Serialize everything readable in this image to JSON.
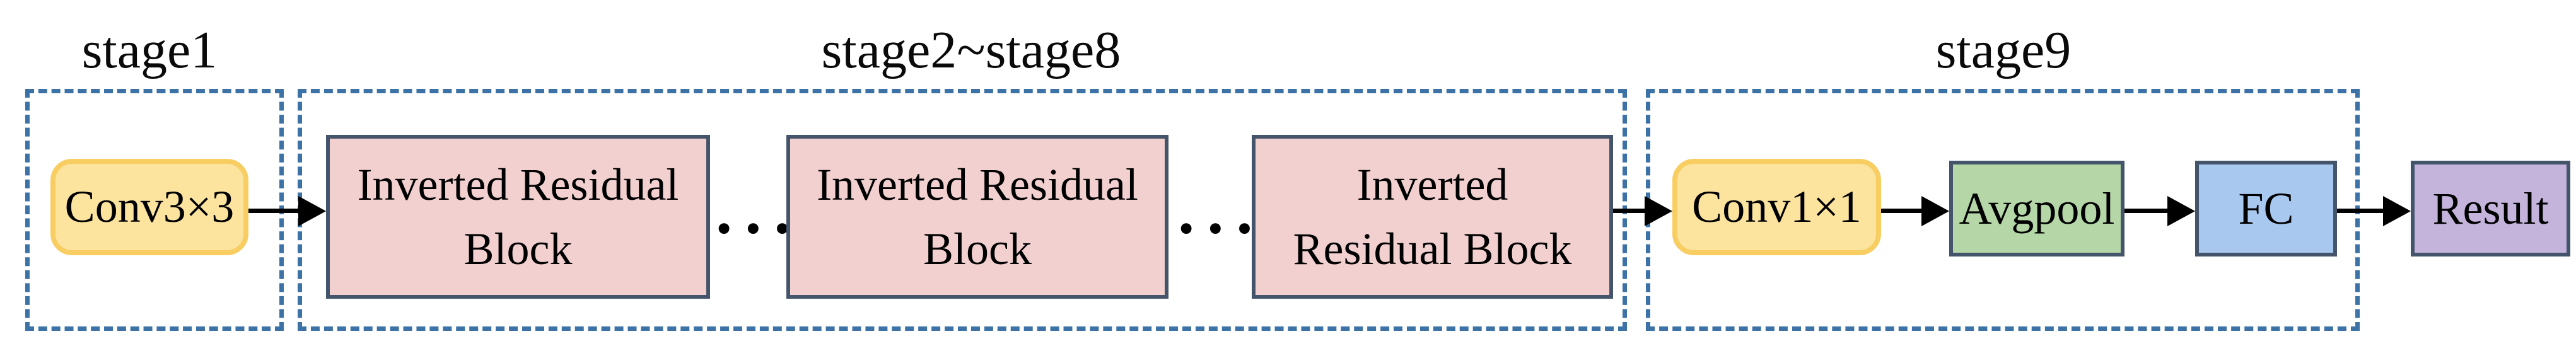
{
  "diagram": {
    "stages": [
      {
        "title": "stage1",
        "blocks": [
          {
            "label": "Conv3×3"
          }
        ]
      },
      {
        "title": "stage2~stage8",
        "blocks": [
          {
            "label": "Inverted Residual Block"
          },
          {
            "label": "Inverted Residual Block"
          },
          {
            "label": "Inverted Residual Block"
          }
        ],
        "ellipsis": "•••"
      },
      {
        "title": "stage9",
        "blocks": [
          {
            "label": "Conv1×1"
          },
          {
            "label": "Avgpool"
          },
          {
            "label": "FC"
          }
        ]
      }
    ],
    "output_block": {
      "label": "Result"
    },
    "colors": {
      "dashed-border": "#3C72A6",
      "block-border": "#44546A",
      "conv-fill": "#FCE49F",
      "conv-border": "#F8CE63",
      "residual-fill": "#F3D0D0",
      "avgpool-fill": "#B5D7A8",
      "fc-fill": "#A9C8EF",
      "result-fill": "#C4B4DC",
      "arrow-color": "#000000"
    }
  }
}
